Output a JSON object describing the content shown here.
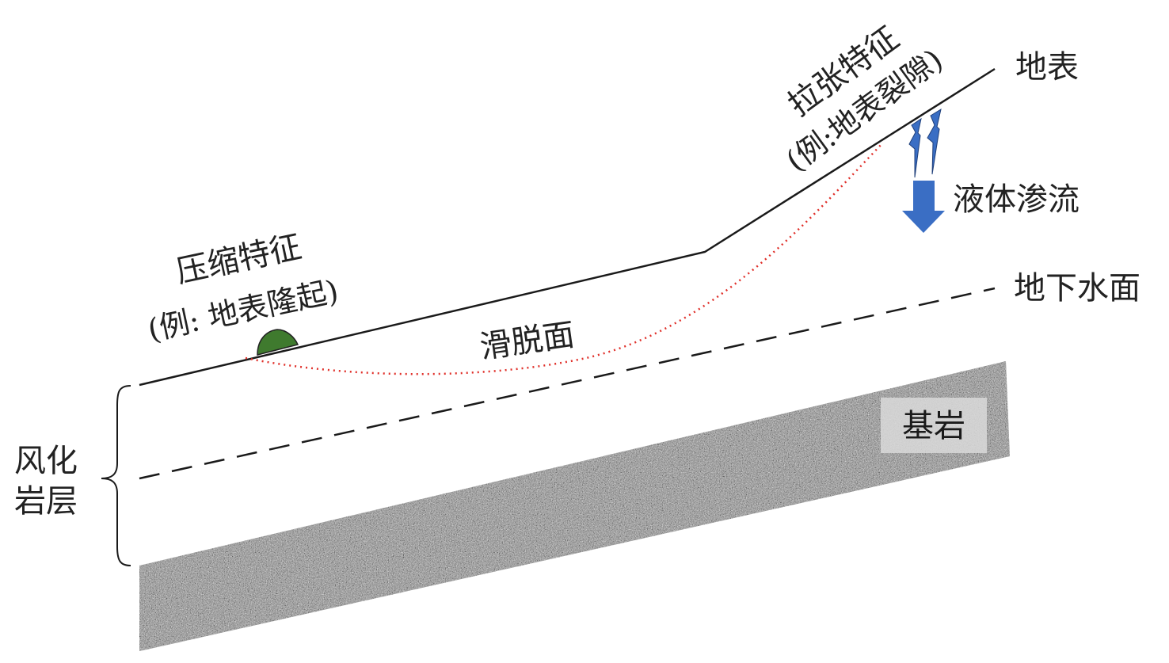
{
  "labels": {
    "ground_surface": "地表",
    "tension_title": "拉张特征",
    "tension_example": "(例:地表裂隙)",
    "fluid_seepage": "液体渗流",
    "groundwater_table": "地下水面",
    "compression_title": "压缩特征",
    "compression_example": "(例: 地表隆起)",
    "slip_surface": "滑脱面",
    "weathered_layer_line1": "风化",
    "weathered_layer_line2": "岩层",
    "bedrock": "基岩"
  },
  "colors": {
    "surface_line": "#1a1a1a",
    "slip_surface": "#e0302a",
    "groundwater_dash": "#1a1a1a",
    "uplift_mound": "#3f7a2e",
    "seepage_arrow": "#3a6ec4",
    "bedrock_fill": "#8c8c8c",
    "bedrock_label_bg": "#d9d9d9"
  },
  "icons": {
    "uplift": "ground-uplift-mound-icon",
    "crack": "lightning-crack-icon",
    "seepage": "down-arrow-icon"
  }
}
